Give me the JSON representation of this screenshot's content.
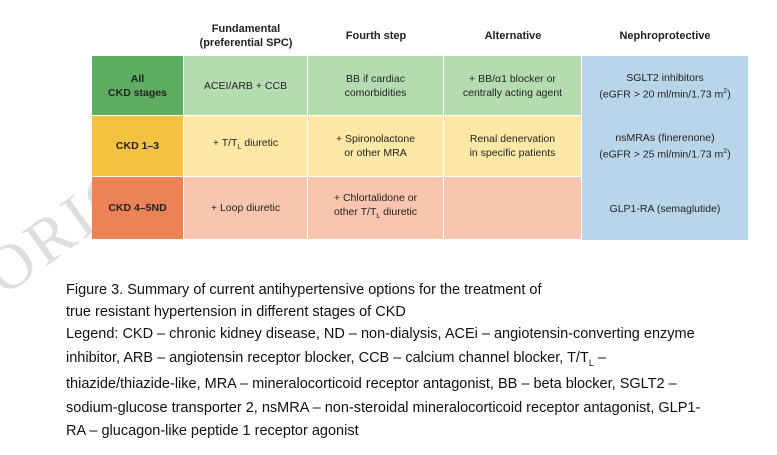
{
  "watermark": "ORIGINAL",
  "table": {
    "headers": {
      "fundamental": "Fundamental\n(preferential SPC)",
      "fourth": "Fourth step",
      "alternative": "Alternative",
      "nephro": "Nephroprotective"
    },
    "rows": [
      {
        "stage": "All\nCKD stages",
        "fundamental": "ACEI/ARB + CCB",
        "fourth": "BB if cardiac\ncomorbidities",
        "alternative": "+ BB/α1 blocker or\ncentrally acting agent"
      },
      {
        "stage": "CKD 1–3",
        "fundamental_pre": "+ T/T",
        "fundamental_sub": "L",
        "fundamental_post": " diuretic",
        "fourth": "+ Spironolactone\nor other MRA",
        "alternative": "Renal denervation\nin specific patients"
      },
      {
        "stage": "CKD 4–5ND",
        "fundamental": "+ Loop diuretic",
        "fourth_pre": "+ Chlortalidone or\nother T/T",
        "fourth_sub": "L",
        "fourth_post": " diuretic",
        "alternative": ""
      }
    ],
    "nephro": [
      {
        "line1": "SGLT2 inhibitors",
        "line2_pre": "(eGFR > 20 ml/min/1.73 m",
        "sup": "2",
        "line2_post": ")"
      },
      {
        "line1": "nsMRAs (finerenone)",
        "line2_pre": "(eGFR > 25 ml/min/1.73 m",
        "sup": "2",
        "line2_post": ")"
      },
      {
        "line1": "GLP1-RA (semaglutide)"
      }
    ],
    "colors": {
      "green_stage": "#5fad62",
      "green_cell": "#b5dcb0",
      "yellow_stage": "#f2c240",
      "yellow_cell": "#fde8a5",
      "orange_stage": "#ee8257",
      "orange_cell": "#f9c5ae",
      "blue": "#b9d5ea"
    }
  },
  "caption": {
    "line1": "Figure 3. Summary of current antihypertensive options for the treatment of",
    "line2": "true resistant hypertension in different stages of CKD",
    "line3": "Legend: CKD – chronic kidney disease, ND – non-dialysis, ACEi – angiotensin-converting enzyme",
    "line4": "inhibitor, ARB – angiotensin receptor blocker, CCB – calcium channel blocker, T/T",
    "line4_sub": "L",
    "line4_post": " –",
    "line5": "thiazide/thiazide-like, MRA – mineralocorticoid receptor antagonist, BB – beta blocker, SGLT2 –",
    "line6": "sodium-glucose transporter 2, nsMRA – non-steroidal mineralocorticoid receptor antagonist, GLP1-",
    "line7": "RA – glucagon-like peptide 1 receptor agonist"
  }
}
